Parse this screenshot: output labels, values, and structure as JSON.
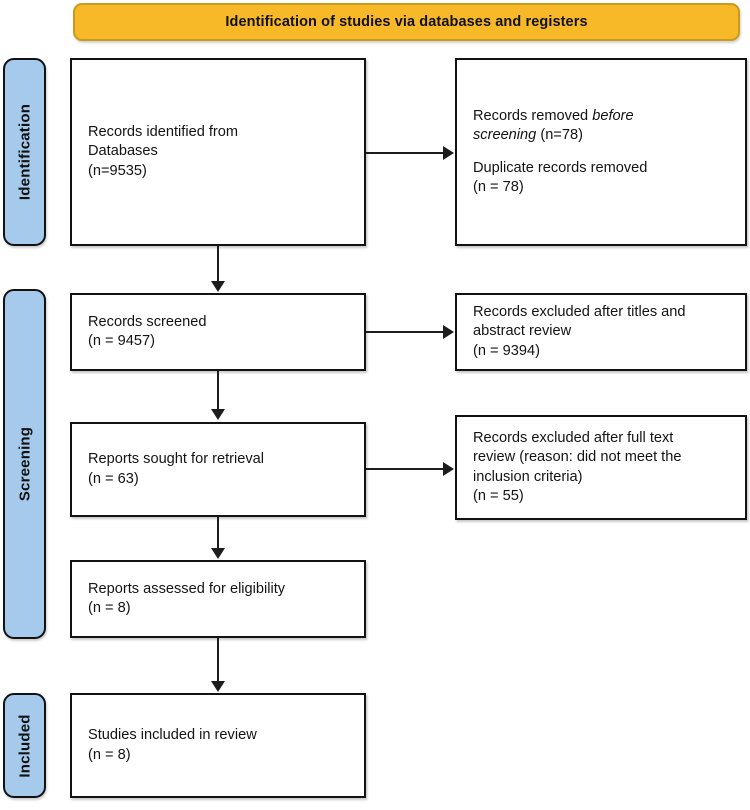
{
  "header": {
    "title": "Identification of studies via databases and registers",
    "fill_color": "#F7B928",
    "border_color": "#C99A1F"
  },
  "phases": [
    {
      "id": "identification",
      "label": "Identification",
      "fill_color": "#A6CAEC"
    },
    {
      "id": "screening",
      "label": "Screening",
      "fill_color": "#A6CAEC"
    },
    {
      "id": "included",
      "label": "Included",
      "fill_color": "#A6CAEC"
    }
  ],
  "boxes": {
    "identified": {
      "line1": "Records identified from",
      "line2": "Databases",
      "line3": "(n=9535)",
      "n": 9535
    },
    "removed": {
      "line1_a": "Records removed ",
      "line1_italic": "before",
      "line2_italic": "screening",
      "line2_b": " (n=78)",
      "line3": "Duplicate records removed",
      "line4": "(n = 78)",
      "n_before_screening": 78,
      "n_duplicates": 78
    },
    "screened": {
      "line1": "Records screened",
      "line2": "(n = 9457)",
      "n": 9457
    },
    "excluded_titles": {
      "line1": "Records excluded after titles and",
      "line2": "abstract review",
      "line3": "(n = 9394)",
      "n": 9394
    },
    "sought": {
      "line1": "Reports sought for retrieval",
      "line2": "(n = 63)",
      "n": 63
    },
    "excluded_fulltext": {
      "line1": "Records excluded after full text",
      "line2": "review (reason: did not meet the",
      "line3": "inclusion criteria)",
      "line4": "(n = 55)",
      "n": 55
    },
    "assessed": {
      "line1": "Reports assessed for eligibility",
      "line2": "(n = 8)",
      "n": 8
    },
    "included": {
      "line1": "Studies included in review",
      "line2": "(n = 8)",
      "n": 8
    }
  },
  "chart_data": {
    "type": "diagram",
    "diagram_kind": "PRISMA flow diagram",
    "title": "Identification of studies via databases and registers",
    "stages": [
      {
        "phase": "Identification",
        "main": {
          "label": "Records identified from Databases",
          "n": 9535
        },
        "excluded": [
          {
            "label": "Records removed before screening",
            "n": 78
          },
          {
            "label": "Duplicate records removed",
            "n": 78
          }
        ]
      },
      {
        "phase": "Screening",
        "main": {
          "label": "Records screened",
          "n": 9457
        },
        "excluded": [
          {
            "label": "Records excluded after titles and abstract review",
            "n": 9394
          }
        ]
      },
      {
        "phase": "Screening",
        "main": {
          "label": "Reports sought for retrieval",
          "n": 63
        },
        "excluded": [
          {
            "label": "Records excluded after full text review (reason: did not meet the inclusion criteria)",
            "n": 55
          }
        ]
      },
      {
        "phase": "Screening",
        "main": {
          "label": "Reports assessed for eligibility",
          "n": 8
        },
        "excluded": []
      },
      {
        "phase": "Included",
        "main": {
          "label": "Studies included in review",
          "n": 8
        },
        "excluded": []
      }
    ]
  }
}
